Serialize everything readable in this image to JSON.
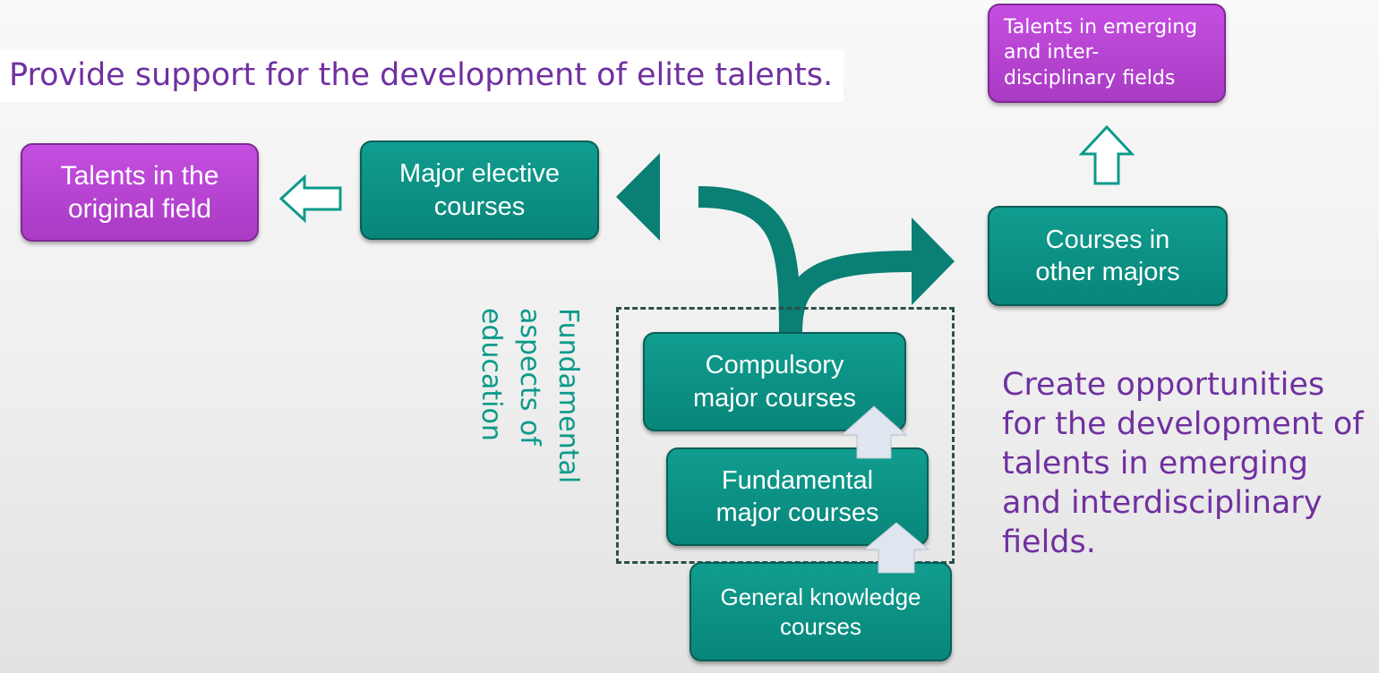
{
  "headline": "Provide support for the development of elite talents.",
  "side_note": {
    "line1": "Create opportunities",
    "line2": "for the development of",
    "line3": "talents in emerging",
    "line4": "and interdisciplinary",
    "line5": "fields."
  },
  "vertical_label": "Fundamental aspects of education",
  "boxes": {
    "talents_original": {
      "line1": "Talents in the",
      "line2": "original field"
    },
    "major_elective": {
      "line1": "Major elective",
      "line2": "courses"
    },
    "talents_emerging": {
      "line1": "Talents in emerging",
      "line2": "and inter-",
      "line3": "disciplinary fields"
    },
    "other_majors": {
      "line1": "Courses in",
      "line2": "other majors"
    },
    "compulsory": {
      "line1": "Compulsory",
      "line2": "major courses"
    },
    "fundamental": {
      "line1": "Fundamental",
      "line2": "major courses"
    },
    "general": {
      "line1": "General knowledge",
      "line2": "courses"
    }
  },
  "colors": {
    "teal_box": "#0f9688",
    "teal_dark": "#0b7168",
    "magenta_box": "#b846d2",
    "purple_text": "#7030a0",
    "label_teal": "#0d9a8a"
  }
}
